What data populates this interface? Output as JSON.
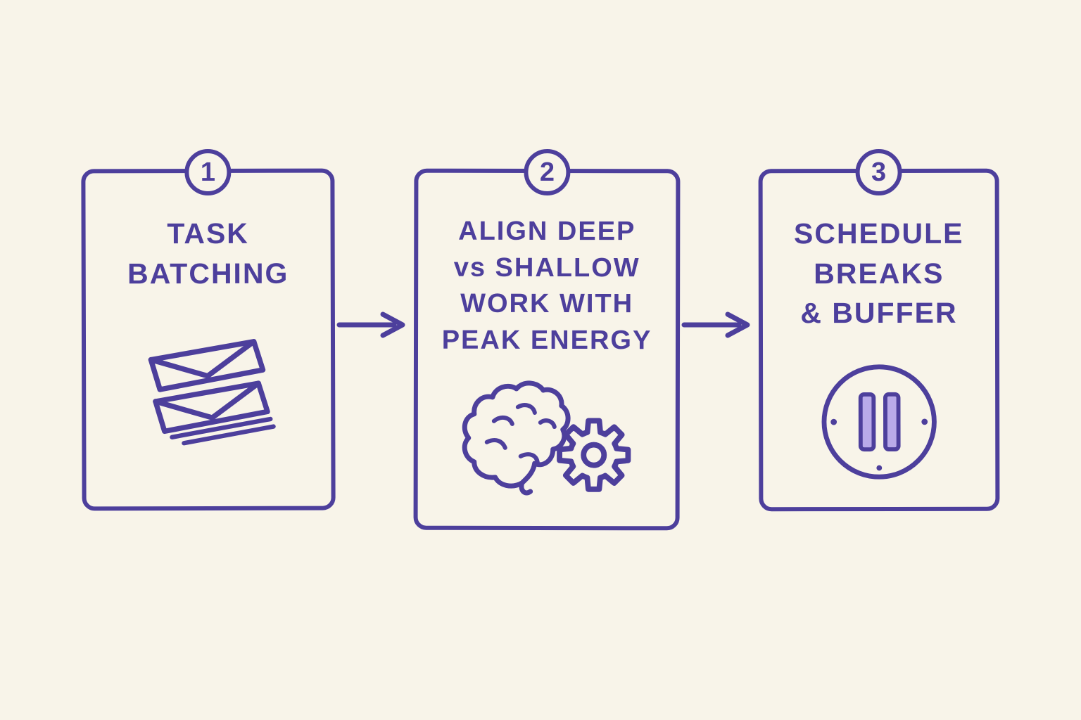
{
  "theme": {
    "background": "#f8f4e9",
    "ink": "#4d3f9c",
    "fill_light": "#b9aae9"
  },
  "steps": [
    {
      "number": "1",
      "title": "TASK\nBATCHING",
      "icon": "stacked-envelopes-icon"
    },
    {
      "number": "2",
      "title": "ALIGN DEEP\nvs SHALLOW\nWORK WITH\nPEAK ENERGY",
      "icon": "brain-gear-icon"
    },
    {
      "number": "3",
      "title": "SCHEDULE\nBREAKS\n& BUFFER",
      "icon": "pause-icon"
    }
  ],
  "connectors": [
    {
      "type": "arrow-right"
    },
    {
      "type": "arrow-right"
    }
  ]
}
